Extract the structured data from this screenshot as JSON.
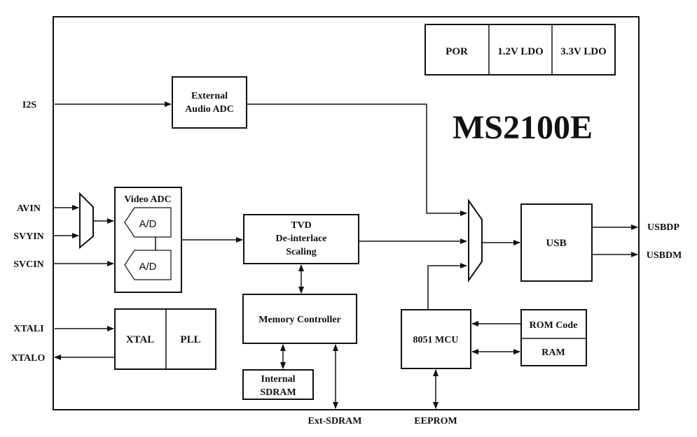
{
  "chip": {
    "title": "MS2100E"
  },
  "power": {
    "por": "POR",
    "ldo12": "1.2V LDO",
    "ldo33": "3.3V LDO"
  },
  "audio_adc": {
    "line1": "External",
    "line2": "Audio ADC"
  },
  "video_adc": {
    "title": "Video ADC",
    "ad1": "A/D",
    "ad2": "A/D"
  },
  "tvd": {
    "line1": "TVD",
    "line2": "De-interlace",
    "line3": "Scaling"
  },
  "memory_controller": {
    "label": "Memory Controller"
  },
  "internal_sdram": {
    "line1": "Internal",
    "line2": "SDRAM"
  },
  "xtal": {
    "label": "XTAL"
  },
  "pll": {
    "label": "PLL"
  },
  "mcu": {
    "label": "8051 MCU"
  },
  "rom": {
    "label": "ROM Code"
  },
  "ram": {
    "label": "RAM"
  },
  "usb": {
    "label": "USB"
  },
  "signals": {
    "i2s": "I2S",
    "avin": "AVIN",
    "svyin": "SVYIN",
    "svcin": "SVCIN",
    "xtali": "XTALI",
    "xtalo": "XTALO",
    "usbdp": "USBDP",
    "usbdm": "USBDM",
    "ext_sdram": "Ext-SDRAM",
    "eeprom": "EEPROM"
  }
}
